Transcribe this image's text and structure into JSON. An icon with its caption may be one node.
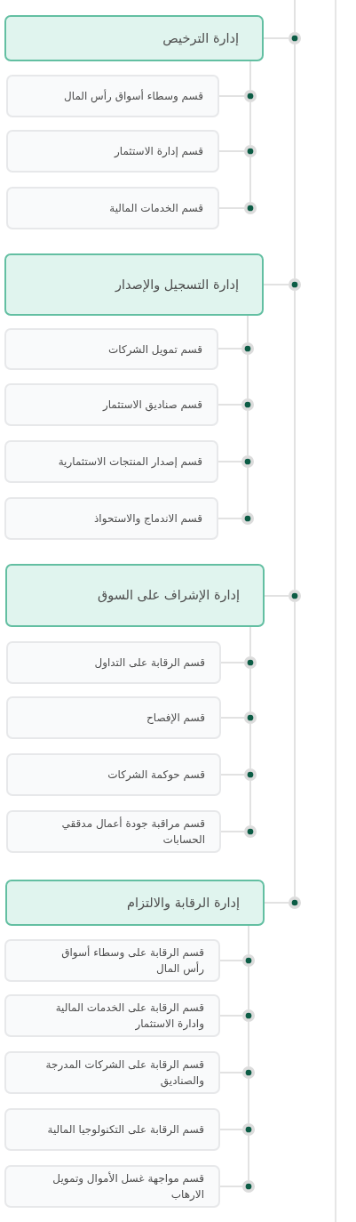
{
  "diagram": {
    "nodes": [
      {
        "text": [],
        "shape": "circle"
      },
      {
        "text": [
          "إدارة الترخيص"
        ]
      },
      {
        "text": [],
        "shape": "circle"
      },
      {
        "text": [
          "قسم وسطاء أسواق رأس المال"
        ]
      },
      {
        "text": [],
        "shape": "circle"
      },
      {
        "text": [
          "قسم إدارة الاستثمار"
        ]
      },
      {
        "text": [],
        "shape": "circle"
      },
      {
        "text": [
          "قسم الخدمات المالية"
        ]
      },
      {
        "text": [],
        "shape": "circle"
      },
      {
        "text": [
          "إدارة التسجيل والإصدار"
        ]
      },
      {
        "text": [],
        "shape": "circle"
      },
      {
        "text": [
          "قسم تمويل الشركات"
        ]
      },
      {
        "text": [],
        "shape": "circle"
      },
      {
        "text": [
          "قسم صناديق الاستثمار"
        ]
      },
      {
        "text": [],
        "shape": "circle"
      },
      {
        "text": [
          "قسم إصدار المنتجات الاستثمارية"
        ]
      },
      {
        "text": [],
        "shape": "circle"
      },
      {
        "text": [
          "قسم الاندماج والاستحواذ"
        ]
      },
      {
        "text": [],
        "shape": "circle"
      },
      {
        "text": [
          "إدارة الإشراف على السوق"
        ]
      },
      {
        "text": [],
        "shape": "circle"
      },
      {
        "text": [
          "قسم الرقابة على التداول"
        ]
      },
      {
        "text": [],
        "shape": "circle"
      },
      {
        "text": [
          "قسم الإفصاح"
        ]
      },
      {
        "text": [],
        "shape": "circle"
      },
      {
        "text": [
          "قسم حوكمة الشركات"
        ]
      },
      {
        "text": [],
        "shape": "circle"
      },
      {
        "text": [
          "قسم مراقبة جودة أعمال مدققي الحسابات"
        ]
      },
      {
        "text": [],
        "shape": "circle"
      },
      {
        "text": [
          "إدارة الرقابة والالتزام"
        ]
      },
      {
        "text": [],
        "shape": "circle"
      },
      {
        "text": [
          "قسم الرقابة على وسطاء أسواق رأس المال"
        ]
      },
      {
        "text": [],
        "shape": "circle"
      },
      {
        "text": [
          "قسم الرقابة على الخدمات المالية وادارة الاستثمار"
        ]
      },
      {
        "text": [],
        "shape": "circle"
      },
      {
        "text": [
          "قسم الرقابة على الشركات المدرجة والصناديق"
        ]
      },
      {
        "text": [],
        "shape": "circle"
      },
      {
        "text": [
          "قسم الرقابة على التكنولوجيا المالية"
        ]
      },
      {
        "text": [],
        "shape": "circle"
      },
      {
        "text": [
          "قسم مواجهة غسل الأموال وتمويل الارهاب"
        ]
      }
    ],
    "edges": [
      {
        "from": null,
        "to": 0,
        "arrow": "none"
      },
      {
        "from": 0,
        "to": 1,
        "arrow": "none"
      },
      {
        "from": 0,
        "to": 8,
        "arrow": "none"
      },
      {
        "from": 1,
        "to": 2,
        "arrow": "none"
      },
      {
        "from": 2,
        "to": 3,
        "arrow": "none"
      },
      {
        "from": 2,
        "to": 4,
        "arrow": "none"
      },
      {
        "from": 4,
        "to": 5,
        "arrow": "none"
      },
      {
        "from": 4,
        "to": 6,
        "arrow": "none"
      },
      {
        "from": 6,
        "to": 7,
        "arrow": "none"
      },
      {
        "from": 8,
        "to": 9,
        "arrow": "none"
      },
      {
        "from": 8,
        "to": 18,
        "arrow": "none"
      },
      {
        "from": 9,
        "to": 10,
        "arrow": "none"
      },
      {
        "from": 10,
        "to": 11,
        "arrow": "none"
      },
      {
        "from": 10,
        "to": 12,
        "arrow": "none"
      },
      {
        "from": 12,
        "to": 13,
        "arrow": "none"
      },
      {
        "from": 12,
        "to": 14,
        "arrow": "none"
      },
      {
        "from": 14,
        "to": 15,
        "arrow": "none"
      },
      {
        "from": 14,
        "to": 16,
        "arrow": "none"
      },
      {
        "from": 16,
        "to": 17,
        "arrow": "none"
      },
      {
        "from": 18,
        "to": 19,
        "arrow": "none"
      },
      {
        "from": 18,
        "to": 28,
        "arrow": "none"
      },
      {
        "from": 19,
        "to": 20,
        "arrow": "none"
      },
      {
        "from": 20,
        "to": 21,
        "arrow": "none"
      },
      {
        "from": 20,
        "to": 22,
        "arrow": "none"
      },
      {
        "from": 22,
        "to": 23,
        "arrow": "none"
      },
      {
        "from": 22,
        "to": 24,
        "arrow": "none"
      },
      {
        "from": 24,
        "to": 25,
        "arrow": "none"
      },
      {
        "from": 24,
        "to": 26,
        "arrow": "none"
      },
      {
        "from": 26,
        "to": 27,
        "arrow": "none"
      },
      {
        "from": 28,
        "to": 29,
        "arrow": "none"
      },
      {
        "from": 29,
        "to": 30,
        "arrow": "none"
      },
      {
        "from": 30,
        "to": 31,
        "arrow": "none"
      },
      {
        "from": 30,
        "to": 32,
        "arrow": "none"
      },
      {
        "from": 32,
        "to": 33,
        "arrow": "none"
      },
      {
        "from": 32,
        "to": 34,
        "arrow": "none"
      },
      {
        "from": 34,
        "to": 35,
        "arrow": "none"
      },
      {
        "from": 34,
        "to": 36,
        "arrow": "none"
      },
      {
        "from": 36,
        "to": 37,
        "arrow": "none"
      },
      {
        "from": 36,
        "to": 38,
        "arrow": "none"
      },
      {
        "from": 38,
        "to": 39,
        "arrow": "none"
      }
    ]
  }
}
